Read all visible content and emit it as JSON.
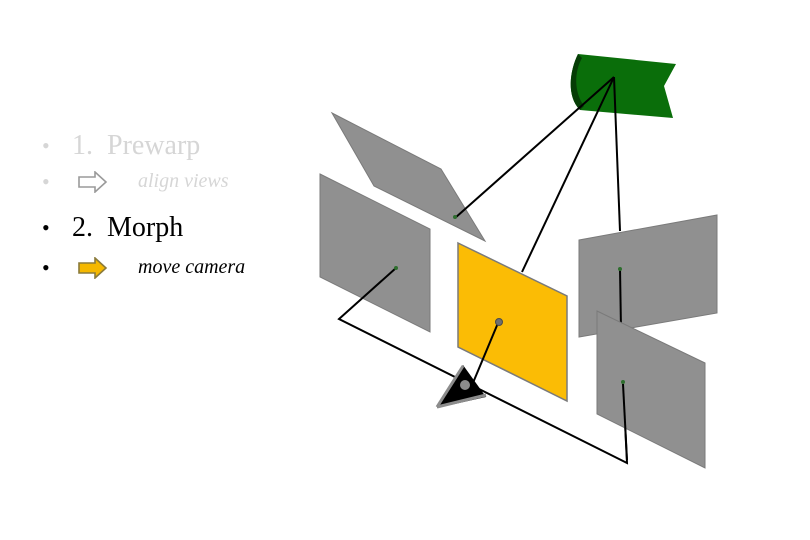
{
  "bullets": [
    {
      "marker": "•",
      "number": "1.",
      "text": "Prewarp",
      "style": "faded"
    },
    {
      "marker": "•",
      "text": "align views",
      "icon": "right-arrow-icon",
      "icon_color": "#d0d0d0",
      "style": "faded-sub"
    },
    {
      "marker": "•",
      "number": "2.",
      "text": "Morph",
      "style": "active"
    },
    {
      "marker": "•",
      "text": "move camera",
      "icon": "right-arrow-icon",
      "icon_color": "#f5b800",
      "style": "active-sub"
    }
  ],
  "colors": {
    "faded_text": "#d6d6d6",
    "active_text": "#000000",
    "view_plane": "#909090",
    "morph_plane": "#fbbc05",
    "source_object": "#0a6e0a",
    "rays": "#000000"
  }
}
